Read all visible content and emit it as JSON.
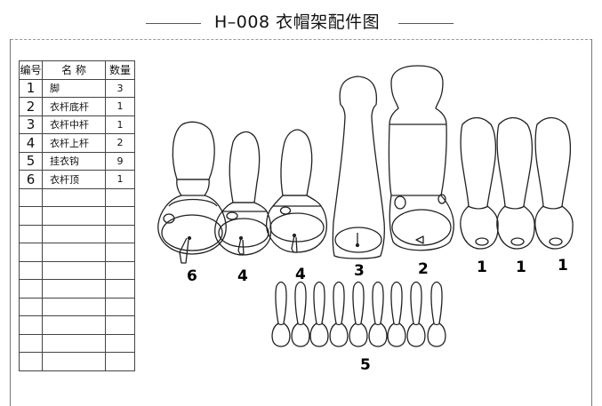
{
  "title": "H–008 衣帽架配件图",
  "table": {
    "headers": [
      "编号",
      "名 称",
      "数量"
    ],
    "rows": [
      {
        "no": "1",
        "name": "脚",
        "qty": "3"
      },
      {
        "no": "2",
        "name": "衣杆底杆",
        "qty": "1"
      },
      {
        "no": "3",
        "name": "衣杆中杆",
        "qty": "1"
      },
      {
        "no": "4",
        "name": "衣杆上杆",
        "qty": "2"
      },
      {
        "no": "5",
        "name": "挂衣钩",
        "qty": "9"
      },
      {
        "no": "6",
        "name": "衣杆顶",
        "qty": "1"
      }
    ],
    "empty_rows": 10
  },
  "labels": {
    "p6": "6",
    "p4a": "4",
    "p4b": "4",
    "p3": "3",
    "p2": "2",
    "p1a": "1",
    "p1b": "1",
    "p1c": "1",
    "p5": "5"
  }
}
